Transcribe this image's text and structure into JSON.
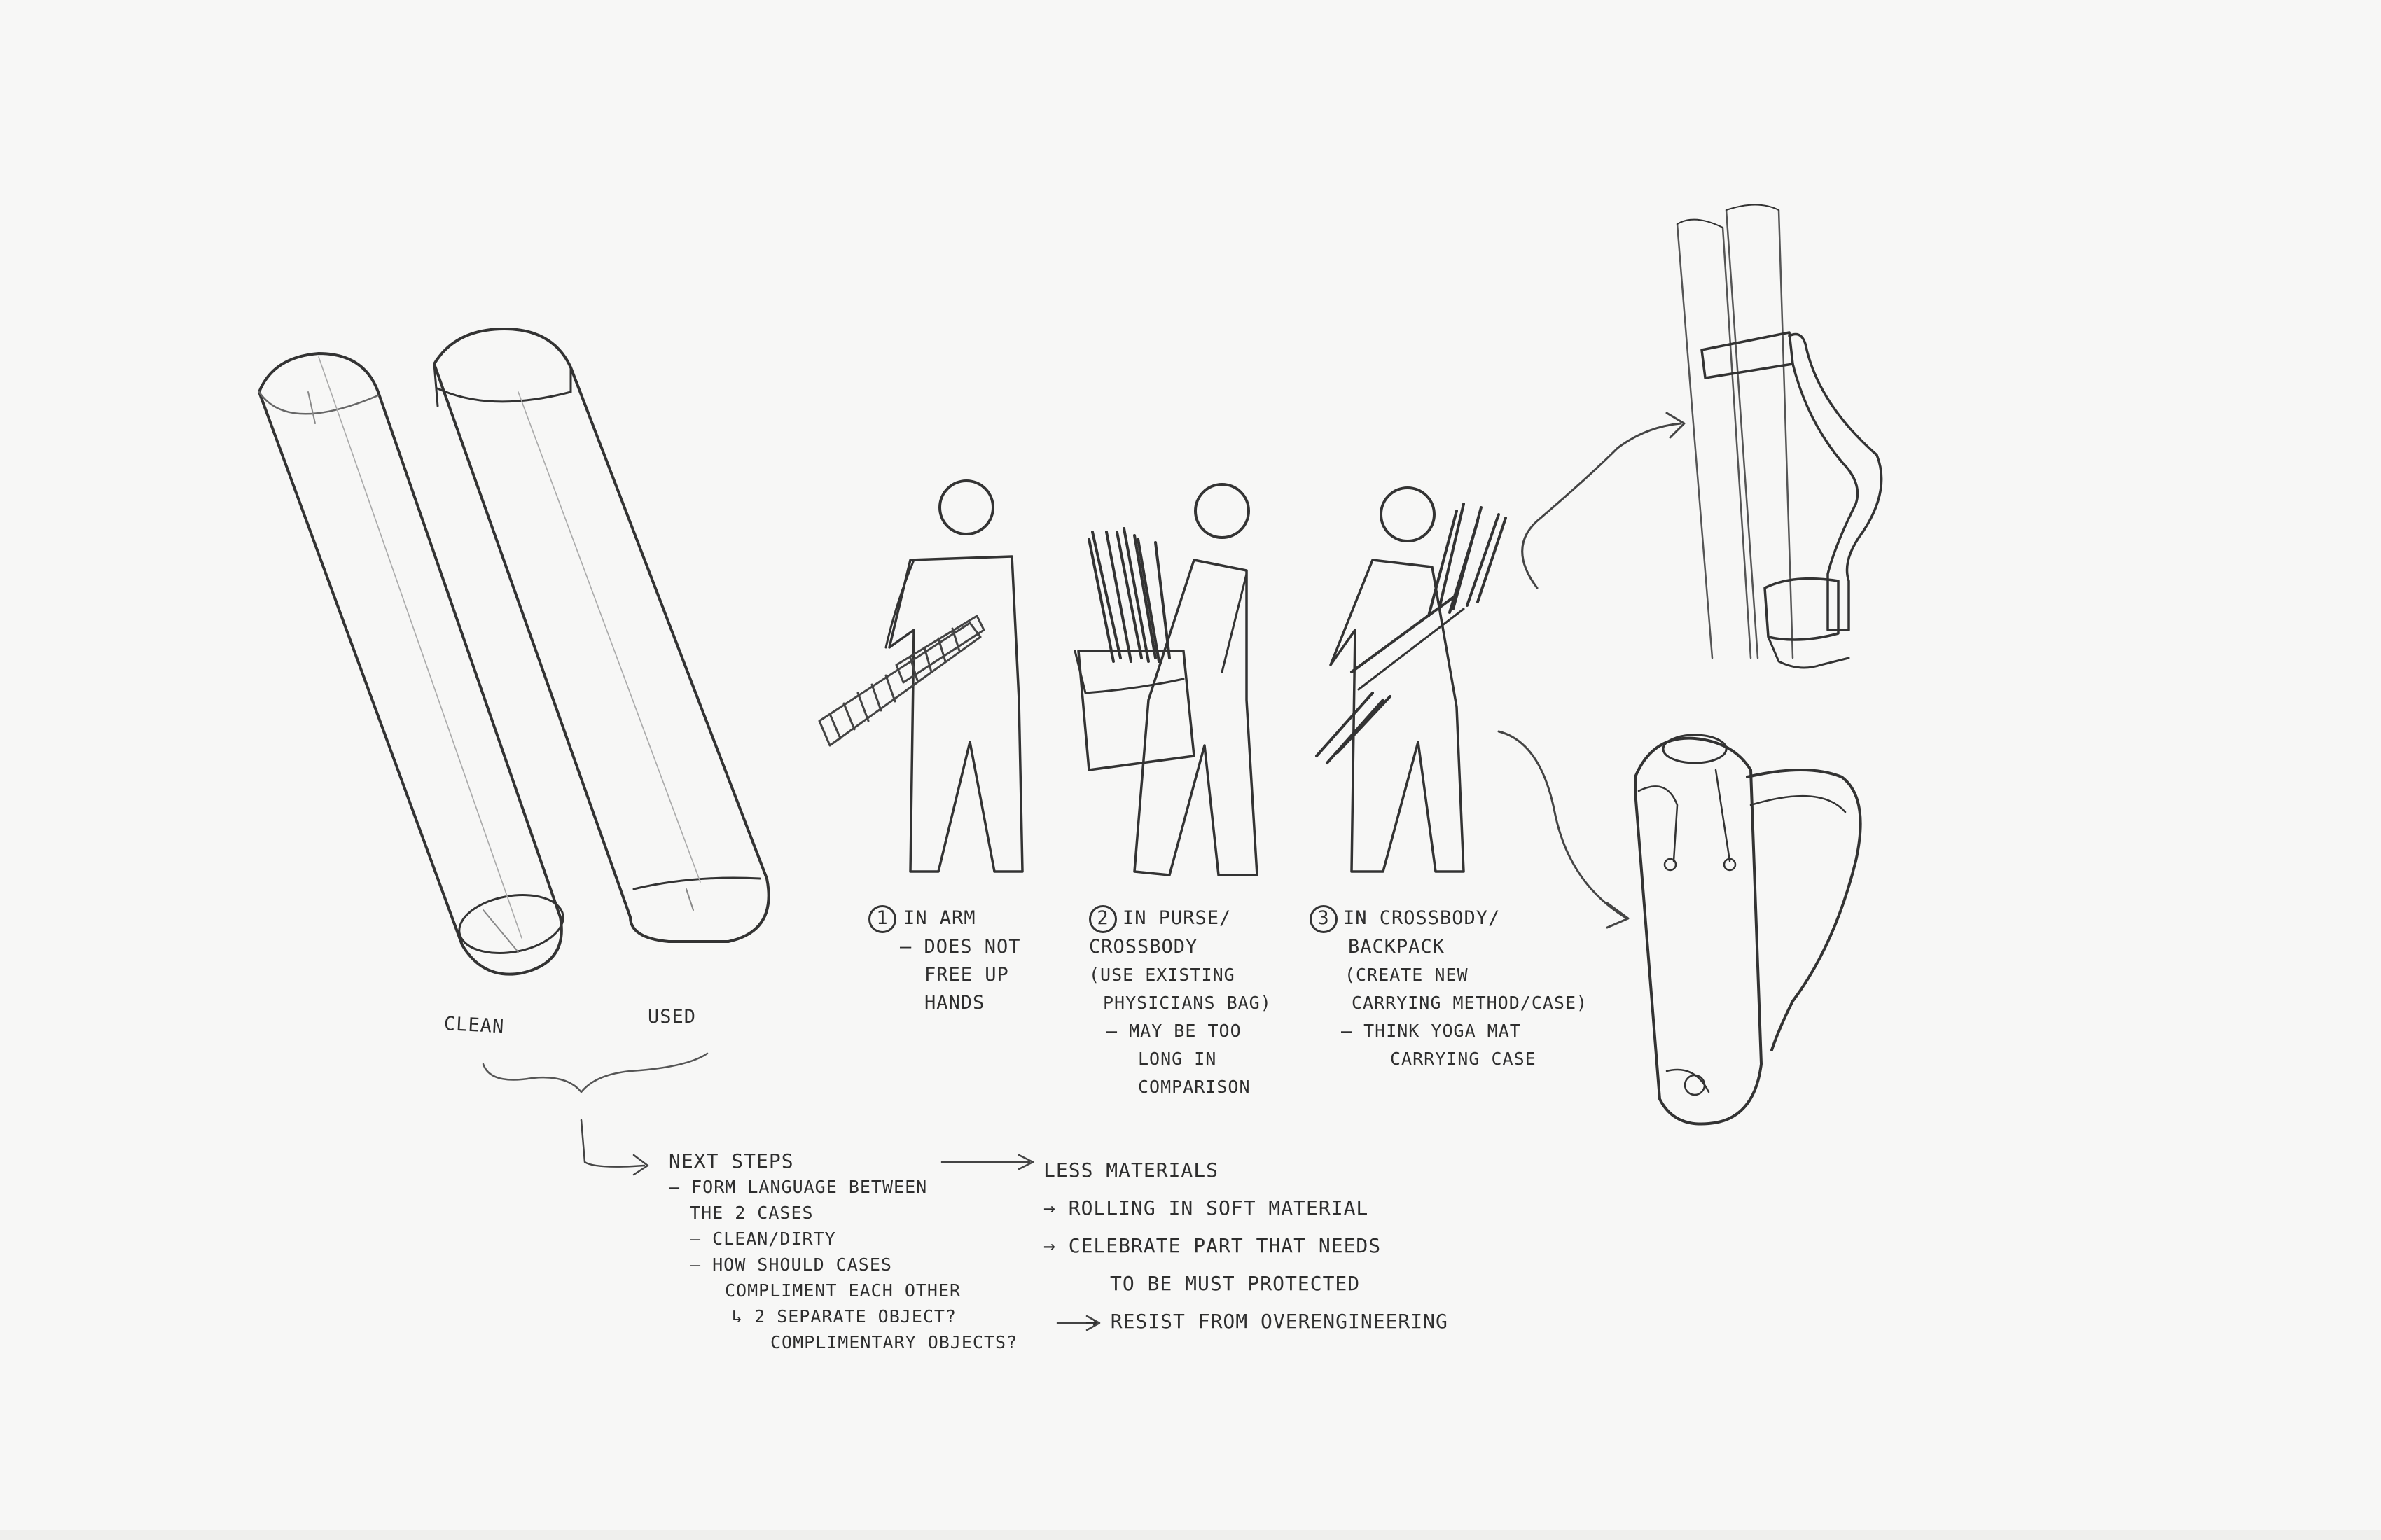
{
  "sketch": {
    "case_labels": {
      "clean": "CLEAN",
      "used": "USED"
    },
    "carry_options": [
      {
        "number": "1",
        "title_lines": [
          "IN ARM"
        ],
        "notes": [
          "— DOES NOT",
          "FREE UP",
          "HANDS"
        ]
      },
      {
        "number": "2",
        "title_lines": [
          "IN PURSE/",
          "CROSSBODY"
        ],
        "notes": [
          "(USE EXISTING",
          "PHYSICIANS BAG)",
          "— MAY BE TOO",
          "LONG IN",
          "COMPARISON"
        ]
      },
      {
        "number": "3",
        "title_lines": [
          "IN CROSSBODY/",
          "BACKPACK"
        ],
        "notes": [
          "(CREATE NEW",
          "CARRYING METHOD/CASE)",
          "— THINK YOGA MAT",
          "CARRYING CASE"
        ]
      }
    ],
    "next_steps": {
      "title": "NEXT STEPS",
      "items": [
        "— FORM LANGUAGE BETWEEN",
        "THE 2 CASES",
        "— CLEAN/DIRTY",
        "— HOW SHOULD CASES",
        "COMPLIMENT EACH OTHER",
        "↳ 2 SEPARATE OBJECT?",
        "COMPLIMENTARY OBJECTS?"
      ]
    },
    "considerations": {
      "title": "LESS MATERIALS",
      "items": [
        "→ ROLLING IN SOFT MATERIAL",
        "→ CELEBRATE PART THAT NEEDS",
        "TO BE MUST PROTECTED",
        "→ RESIST FROM OVERENGINEERING"
      ]
    }
  },
  "colors": {
    "paper": "#f7f7f6",
    "pencil": "#2e2e2e",
    "light_pencil": "#8a8a8a"
  }
}
